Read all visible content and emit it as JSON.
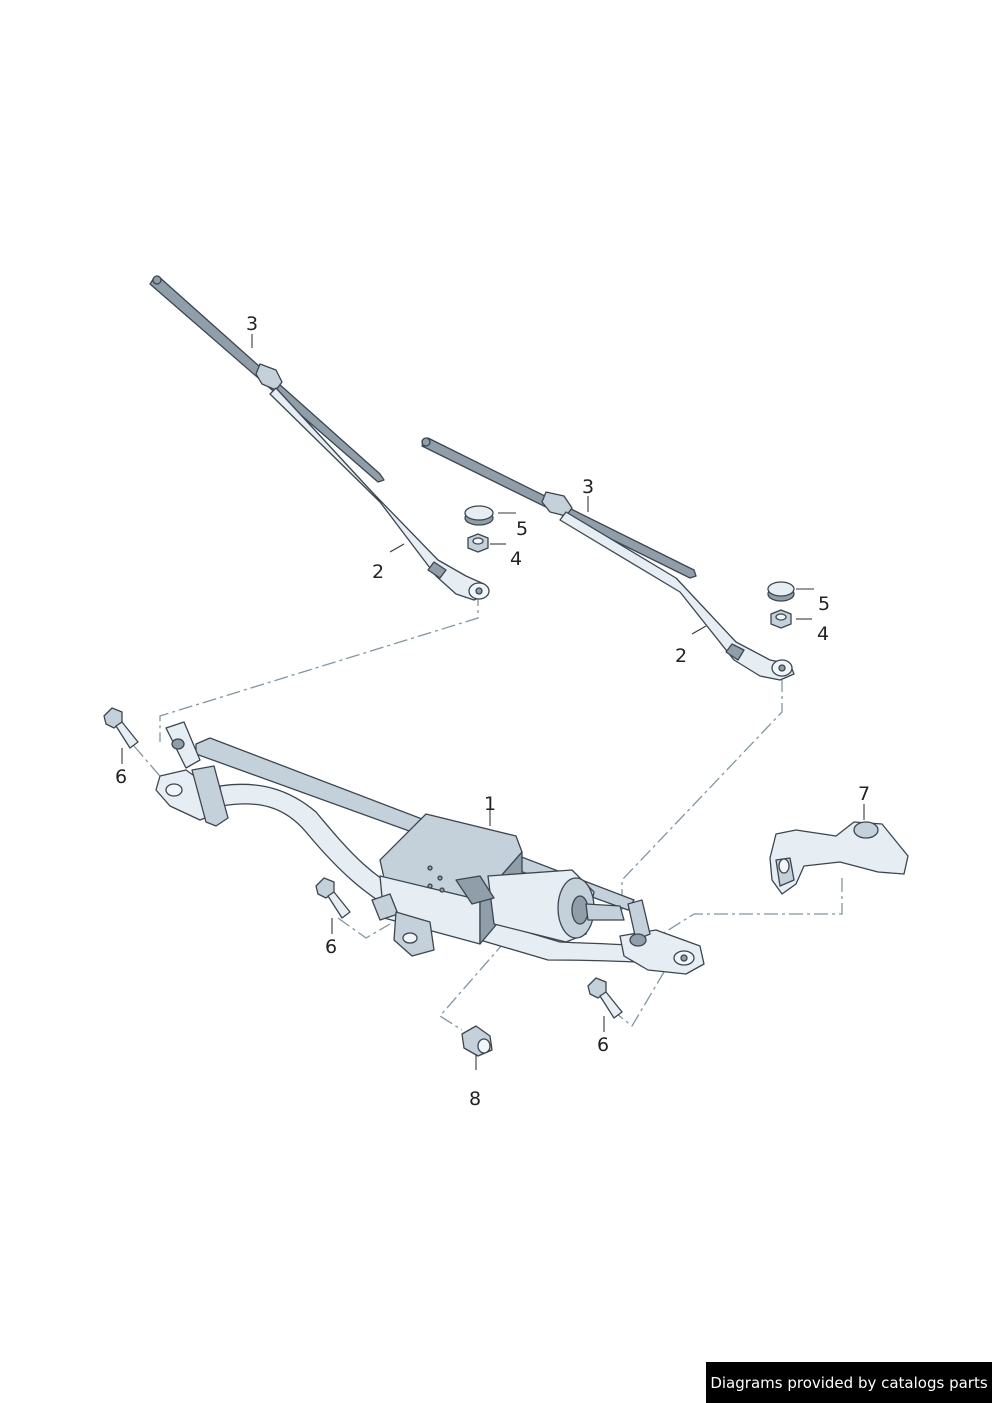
{
  "callouts": {
    "c1": "1",
    "c2_left": "2",
    "c2_right": "2",
    "c3_left": "3",
    "c3_right": "3",
    "c4_left": "4",
    "c4_right": "4",
    "c5_left": "5",
    "c5_right": "5",
    "c6_left": "6",
    "c6_mid": "6",
    "c6_right": "6",
    "c7": "7",
    "c8": "8"
  },
  "credit": "Diagrams provided by catalogs parts"
}
